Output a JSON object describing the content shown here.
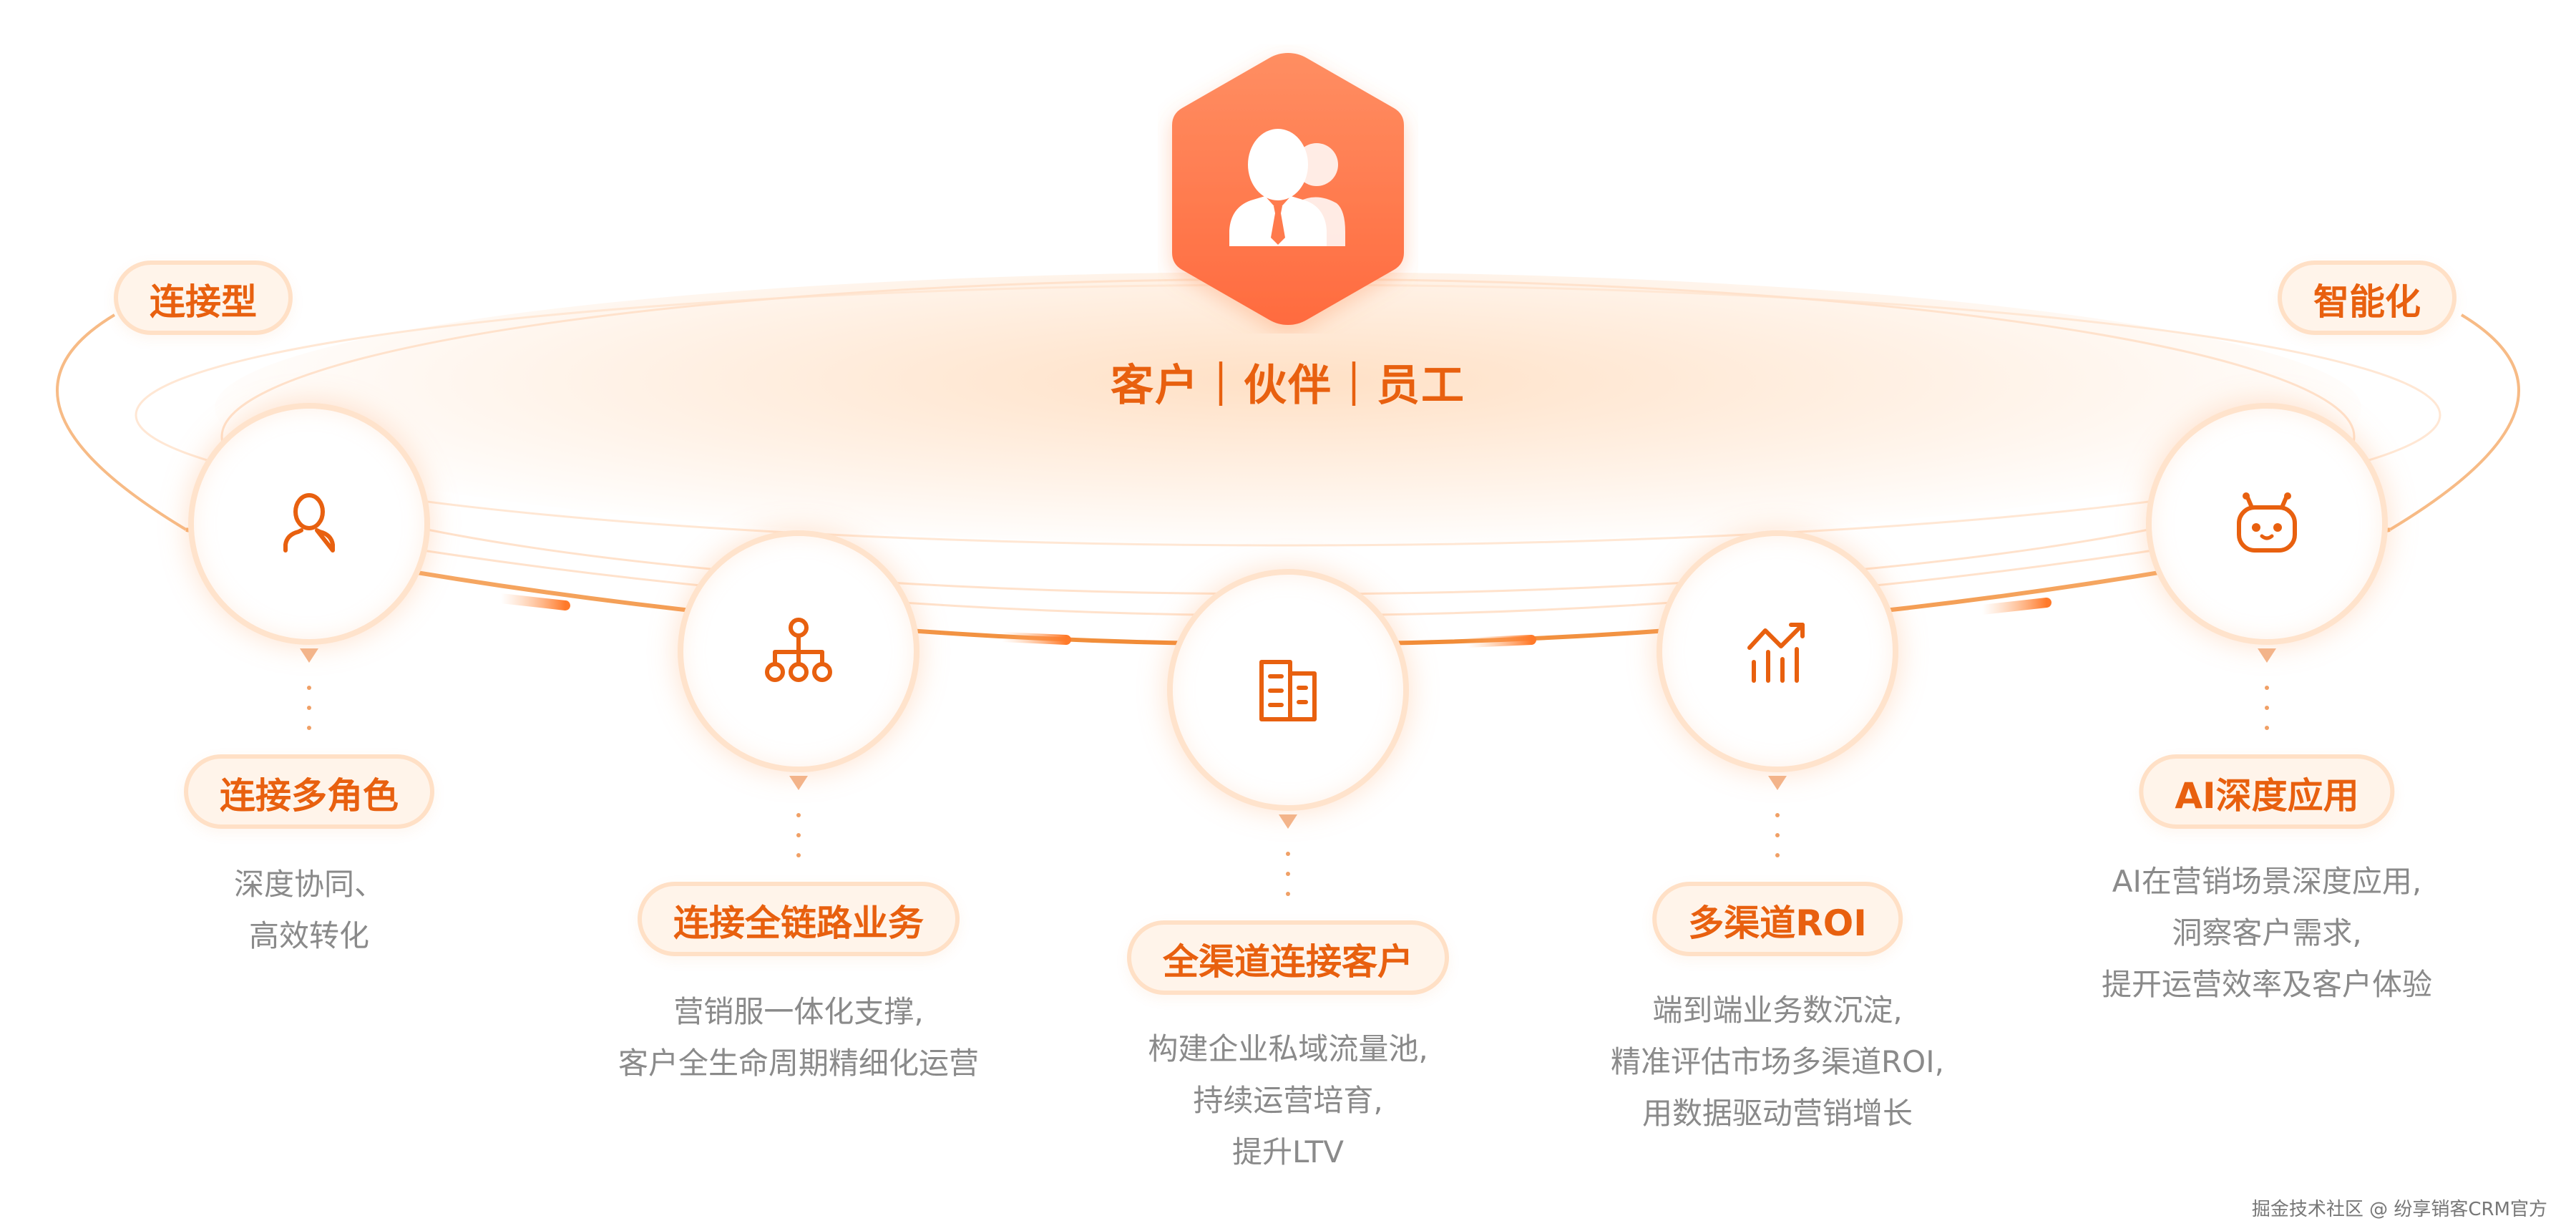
{
  "hub": {
    "label": "客户｜伙伴｜员工",
    "icon": "user-group-icon"
  },
  "corner_tags": {
    "left": "连接型",
    "right": "智能化"
  },
  "nodes": [
    {
      "icon": "user-icon",
      "title": "连接多角色",
      "lines": [
        "深度协同、",
        "高效转化"
      ]
    },
    {
      "icon": "org-chart-icon",
      "title": "连接全链路业务",
      "lines": [
        "营销服一体化支撑,",
        "客户全生命周期精细化运营"
      ]
    },
    {
      "icon": "building-icon",
      "title": "全渠道连接客户",
      "lines": [
        "构建企业私域流量池,",
        "持续运营培育,",
        "提升LTV"
      ]
    },
    {
      "icon": "bar-chart-trend-icon",
      "title": "多渠道ROI",
      "lines": [
        "端到端业务数沉淀,",
        "精准评估市场多渠道ROI,",
        "用数据驱动营销增长"
      ]
    },
    {
      "icon": "robot-icon",
      "title": "AI深度应用",
      "lines": [
        "AI在营销场景深度应用,",
        "洞察客户需求,",
        "提开运营效率及客户体验"
      ]
    }
  ],
  "colors": {
    "accent": "#e8600f",
    "orbit": "#f39a48",
    "hex_top": "#ff8a5c",
    "hex_bottom": "#ff6a3d",
    "text_gray": "#8a8a8a"
  },
  "watermark": "掘金技术社区 @ 纷享销客CRM官方"
}
